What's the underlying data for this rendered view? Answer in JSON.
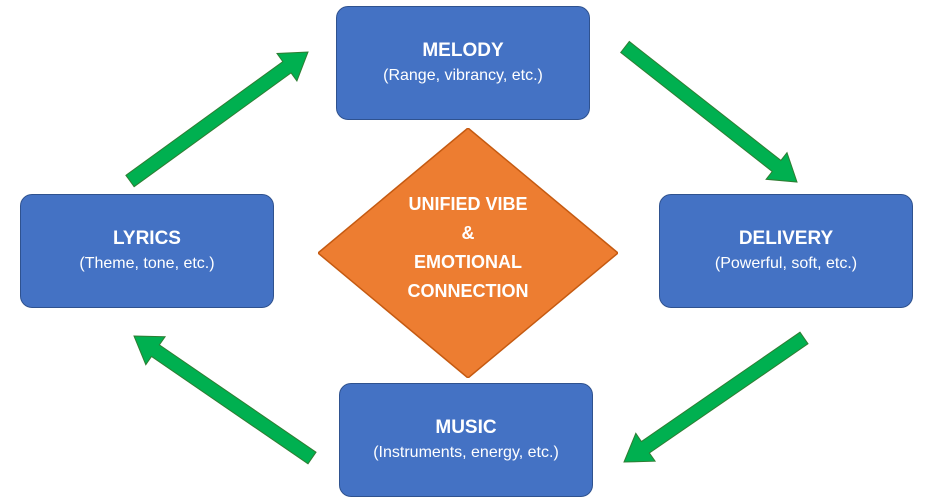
{
  "nodes": {
    "melody": {
      "title": "MELODY",
      "subtitle": "(Range, vibrancy, etc.)"
    },
    "lyrics": {
      "title": "LYRICS",
      "subtitle": "(Theme, tone, etc.)"
    },
    "delivery": {
      "title": "DELIVERY",
      "subtitle": "(Powerful, soft, etc.)"
    },
    "music": {
      "title": "MUSIC",
      "subtitle": "(Instruments, energy, etc.)"
    }
  },
  "center": {
    "line1": "UNIFIED VIBE",
    "line2": "&",
    "line3": "EMOTIONAL",
    "line4": "CONNECTION"
  },
  "edges": [
    {
      "from": "lyrics",
      "to": "melody"
    },
    {
      "from": "melody",
      "to": "delivery"
    },
    {
      "from": "delivery",
      "to": "music"
    },
    {
      "from": "music",
      "to": "lyrics"
    }
  ],
  "colors": {
    "box_fill": "#4472c4",
    "box_border": "#2f528f",
    "center_fill": "#ed7d31",
    "center_border": "#c55a11",
    "arrow_fill": "#00b050",
    "arrow_border": "#2e7d32",
    "text": "#ffffff"
  }
}
